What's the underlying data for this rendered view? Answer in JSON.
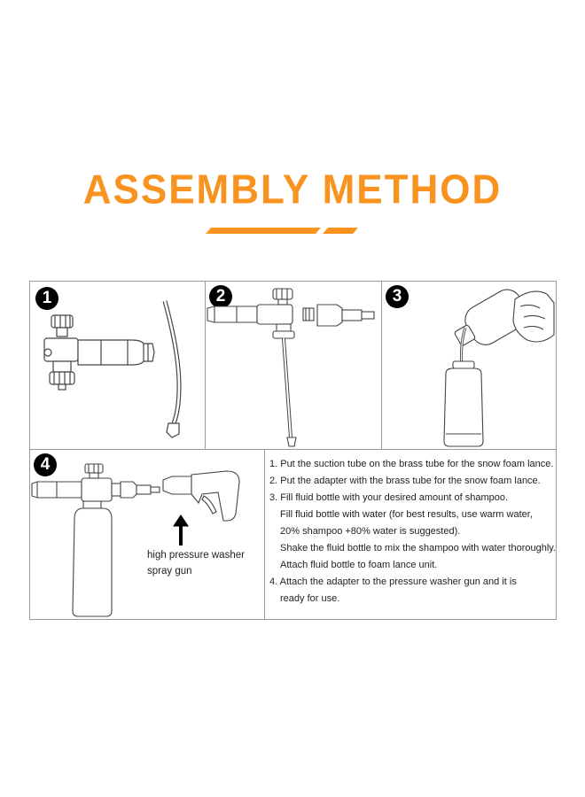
{
  "title": "ASSEMBLY METHOD",
  "colors": {
    "accent": "#f7931e",
    "border": "#9a9a9a",
    "ink": "#222222"
  },
  "steps": [
    {
      "number": "1"
    },
    {
      "number": "2"
    },
    {
      "number": "3"
    },
    {
      "number": "4"
    }
  ],
  "step4_caption": [
    "high pressure washer",
    "spray gun"
  ],
  "instructions": [
    "1. Put the suction tube on the brass tube for the snow foam lance.",
    "2. Put the adapter with the brass tube for the snow foam lance.",
    "3. Fill fluid bottle with your desired amount of shampoo.",
    "Fill fluid bottle with water (for best results, use warm water,",
    "20% shampoo +80% water is suggested).",
    "Shake the fluid bottle to mix the shampoo with water thoroughly.",
    "Attach fluid bottle to foam lance unit.",
    "4. Attach the adapter to the pressure washer gun and  it is",
    "ready for use."
  ]
}
